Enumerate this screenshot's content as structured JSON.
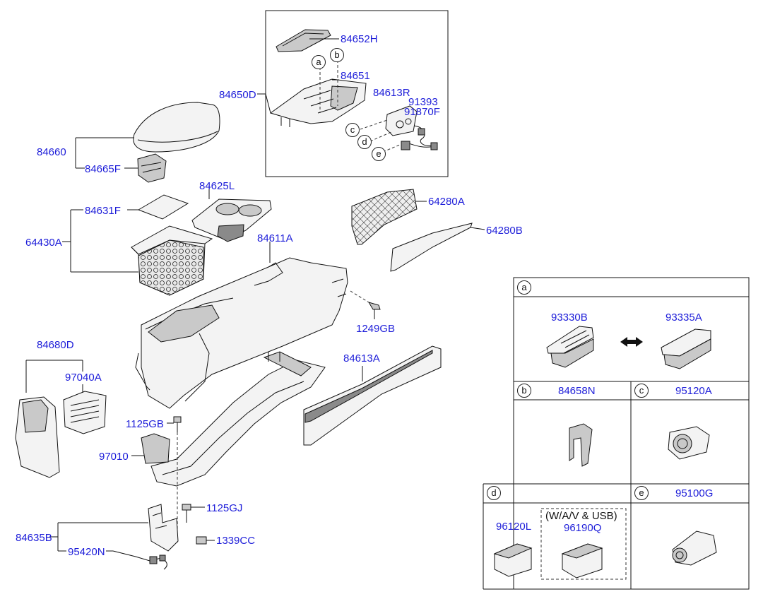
{
  "parts": {
    "p84652H": "84652H",
    "p84651": "84651",
    "p84650D": "84650D",
    "p84613R": "84613R",
    "p91393": "91393",
    "p91870F": "91870F",
    "p84660": "84660",
    "p84665F": "84665F",
    "p84625L": "84625L",
    "p84631F": "84631F",
    "p64430A": "64430A",
    "p64280A": "64280A",
    "p64280B": "64280B",
    "p84611A": "84611A",
    "p1249GB": "1249GB",
    "p84680D": "84680D",
    "p97040A": "97040A",
    "p84613A": "84613A",
    "p1125GB": "1125GB",
    "p97010": "97010",
    "p1125GJ": "1125GJ",
    "p84635B": "84635B",
    "p1339CC": "1339CC",
    "p95420N": "95420N"
  },
  "callouts": {
    "a": "a",
    "b": "b",
    "c": "c",
    "d": "d",
    "e": "e"
  },
  "table": {
    "a_marker": "a",
    "a_left": "93330B",
    "a_right": "93335A",
    "b_marker": "b",
    "b_part": "84658N",
    "c_marker": "c",
    "c_part": "95120A",
    "d_marker": "d",
    "d_left": "96120L",
    "d_option_note": "(W/A/V & USB)",
    "d_right": "96190Q",
    "e_marker": "e",
    "e_part": "95100G"
  },
  "colors": {
    "label_blue": "#1d1dd9",
    "line": "#111111"
  }
}
